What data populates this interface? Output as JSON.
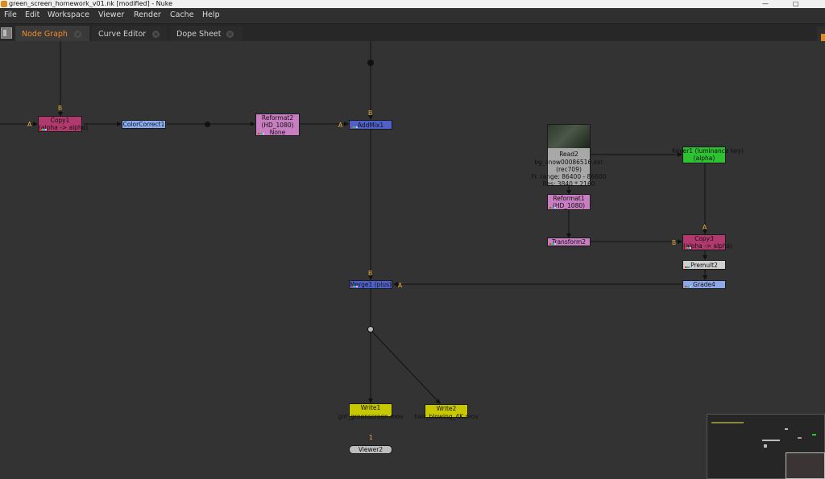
{
  "window": {
    "title": "green_screen_homework_v01.nk [modified] - Nuke",
    "minimize_glyph": "—",
    "maximize_glyph": "□"
  },
  "menu": [
    "File",
    "Edit",
    "Workspace",
    "Viewer",
    "Render",
    "Cache",
    "Help"
  ],
  "tabs": [
    {
      "label": "Node Graph",
      "active": true
    },
    {
      "label": "Curve Editor",
      "active": false
    },
    {
      "label": "Dope Sheet",
      "active": false
    }
  ],
  "close_glyph": "×",
  "colors": {
    "copy": "#b03a6e",
    "reformat": "#c77fc1",
    "merge_blue": "#4f61c9",
    "colorcorrect": "#8aaef0",
    "keyer": "#2ec233",
    "write": "#c8c800",
    "read": "#a8a8a8",
    "grade": "#8fa7e8",
    "premult": "#cfcfcf",
    "viewer": "#bdbdbd",
    "label_orange": "#f0b040"
  },
  "nodes": {
    "copy1": {
      "name": "Copy1",
      "sub": "(alpha -> alpha)"
    },
    "colorcorrect1": {
      "name": "ColorCorrect1"
    },
    "reformat2": {
      "name": "Reformat2",
      "sub": "(HD_1080)",
      "extra": "None"
    },
    "addmix1": {
      "name": "AddMix1"
    },
    "read2": {
      "name": "Read2",
      "file": "bg_snow00086516.exr",
      "colorspace": "(rec709)",
      "frame_range": "Fr. range: 86400 - 86600",
      "res": "Res: 3840 * 2160"
    },
    "reformat1": {
      "name": "Reformat1",
      "sub": "(HD_1080)"
    },
    "transform2": {
      "name": "Transform2"
    },
    "keyer1": {
      "name": "Keyer1 (luminance key)",
      "sub": "(alpha)"
    },
    "copy3": {
      "name": "Copy3",
      "sub": "(alpha -> alpha)"
    },
    "premult2": {
      "name": "Premult2"
    },
    "grade4": {
      "name": "Grade4"
    },
    "merge1": {
      "name": "Merge1 (plus)"
    },
    "write1": {
      "name": "Write1",
      "file": "girl_greenscreen.mov"
    },
    "write2": {
      "name": "Write2",
      "file": "hair_blowing_4K.mov"
    },
    "viewer2": {
      "name": "Viewer2"
    }
  },
  "input_labels": {
    "a": "A",
    "b": "B",
    "one": "1"
  }
}
